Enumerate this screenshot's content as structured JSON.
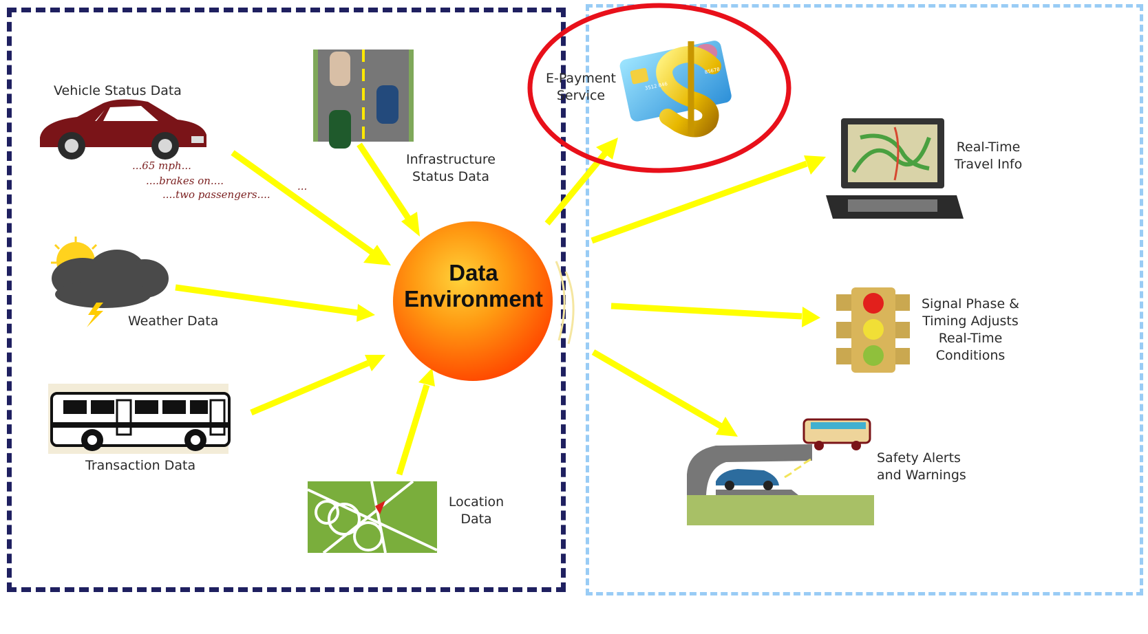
{
  "hub": {
    "line1": "Data",
    "line2": "Environment"
  },
  "inputs": {
    "vehicle": {
      "label": "Vehicle Status Data",
      "speech1": "...65 mph...",
      "speech2": "....brakes on....",
      "speech3": "....two passengers....",
      "ellipsis": "..."
    },
    "infrastructure": {
      "line1": "Infrastructure",
      "line2": "Status Data"
    },
    "weather": {
      "label": "Weather Data"
    },
    "transaction": {
      "label": "Transaction Data"
    },
    "location": {
      "line1": "Location",
      "line2": "Data"
    }
  },
  "outputs": {
    "epayment": {
      "line1": "E-Payment",
      "line2": "Service",
      "card_digits": "3512 846",
      "card_tail": "85678"
    },
    "travel": {
      "line1": "Real-Time",
      "line2": "Travel Info"
    },
    "signal": {
      "line1": "Signal Phase &",
      "line2": "Timing Adjusts",
      "line3": "Real-Time",
      "line4": "Conditions"
    },
    "safety": {
      "line1": "Safety Alerts",
      "line2": "and Warnings"
    }
  },
  "colors": {
    "arrow": "#ffff00",
    "left_border": "#1f2060",
    "right_border": "#99ccf5",
    "highlight_circle": "#e8101a",
    "hub_center": "#ffcf2e",
    "hub_edge": "#ff4a00"
  }
}
